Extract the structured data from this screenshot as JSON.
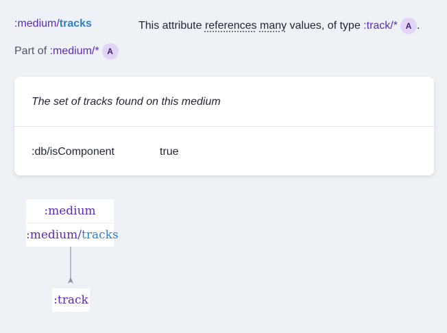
{
  "attribute": {
    "namespace": ":medium/",
    "name": "tracks"
  },
  "summary": {
    "prefix": "This attribute ",
    "references": "references",
    "space1": " ",
    "many": "many",
    "middle": " values, of type ",
    "type_link": ":track/*",
    "suffix": "."
  },
  "part_of": {
    "label": "Part of ",
    "entity": ":medium/*"
  },
  "badge_label": "A",
  "card": {
    "description": "The set of tracks found on this medium",
    "properties": [
      {
        "key": ":db/isComponent",
        "value": "true"
      }
    ]
  },
  "diagram": {
    "entity_node": ":medium",
    "attr_node_namespace": ":medium/",
    "attr_node_name": "tracks",
    "target_node": ":track"
  },
  "colors": {
    "namespace": "#5b2bb5",
    "name": "#2f7fc8",
    "badge_bg": "#e2d4f7",
    "page_bg": "#eef2f7"
  }
}
